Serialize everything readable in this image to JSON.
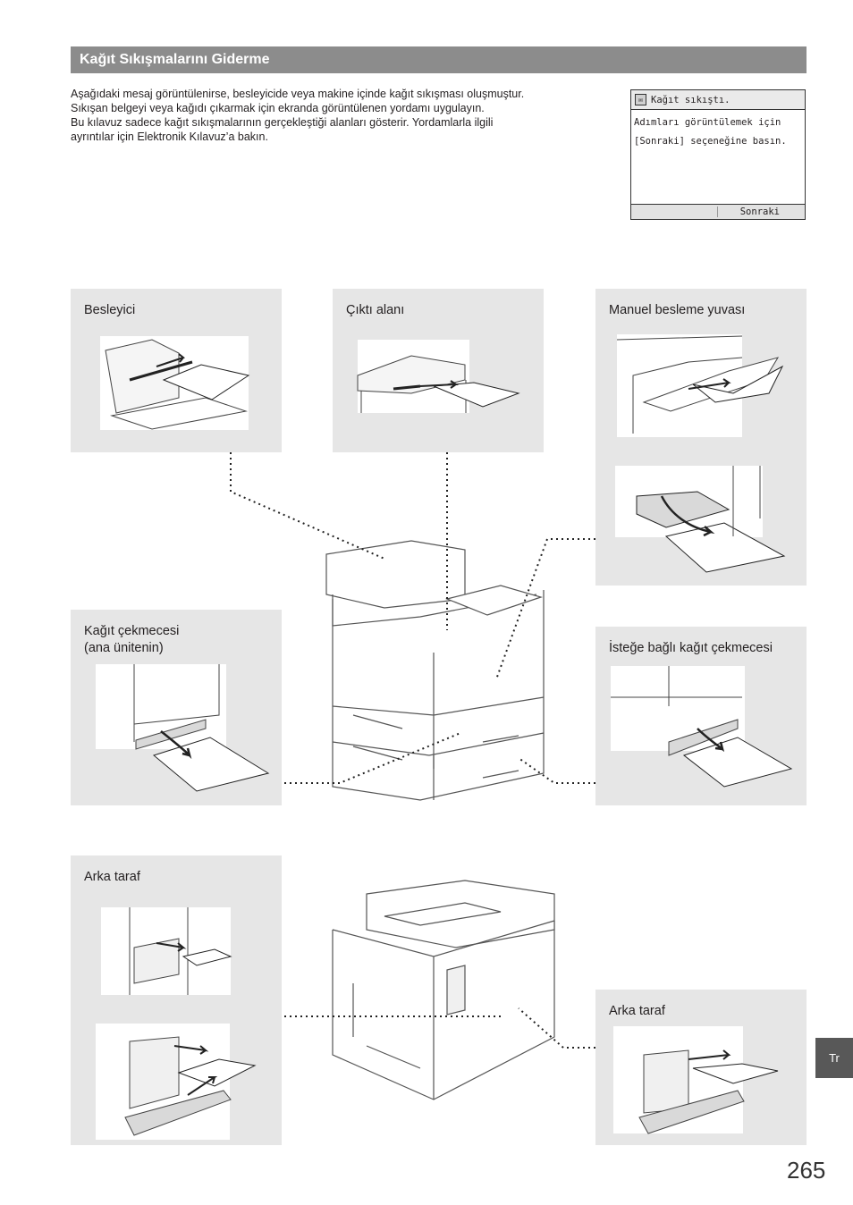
{
  "header": {
    "title": "Kağıt Sıkışmalarını Giderme"
  },
  "intro": {
    "lines": [
      "Aşağıdaki mesaj görüntülenirse, besleyicide veya makine içinde kağıt sıkışması oluşmuştur.",
      "Sıkışan belgeyi veya kağıdı çıkarmak için ekranda görüntülenen yordamı uygulayın.",
      "Bu kılavuz sadece kağıt sıkışmalarının gerçekleştiği alanları gösterir. Yordamlarla ilgili",
      "ayrıntılar için Elektronik Kılavuz’a bakın."
    ]
  },
  "lcd": {
    "title": "Kağıt sıkıştı.",
    "line1": "Adımları görüntülemek için",
    "line2": "[Sonraki] seçeneğine basın.",
    "button": "Sonraki"
  },
  "panels": {
    "feeder": "Besleyici",
    "output": "Çıktı alanı",
    "manual": "Manuel besleme yuvası",
    "drawer_line1": "Kağıt çekmecesi",
    "drawer_line2": "(ana ünitenin)",
    "optional": "İsteğe bağlı kağıt çekmecesi",
    "rear_left": "Arka taraf",
    "rear_right": "Arka taraf"
  },
  "lang_tab": "Tr",
  "page_number": "265"
}
